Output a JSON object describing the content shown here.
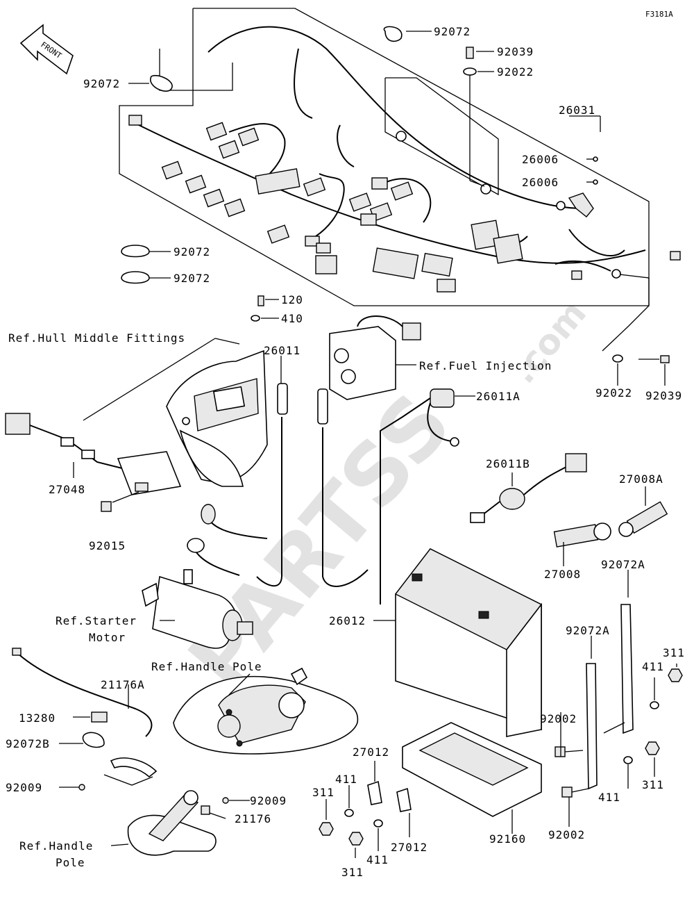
{
  "diagram_code": "F3181A",
  "front_label": "FRONT",
  "watermark": {
    "main": "PARTSS",
    "suffix": ".com"
  },
  "parts": {
    "p92072_top": "92072",
    "p92039_top": "92039",
    "p92022_top": "92022",
    "p92072_left": "92072",
    "p26031": "26031",
    "p26006_a": "26006",
    "p26006_b": "26006",
    "p92072_mid1": "92072",
    "p92072_mid2": "92072",
    "p120": "120",
    "p410": "410",
    "p26011": "26011",
    "p26011A": "26011A",
    "p92022_right": "92022",
    "p92039_right": "92039",
    "p27048": "27048",
    "p92015": "92015",
    "p26011B": "26011B",
    "p27008A": "27008A",
    "p27008": "27008",
    "p92072A_a": "92072A",
    "p92072A_b": "92072A",
    "p26012": "26012",
    "p311_a": "311",
    "p411_a": "411",
    "p92002_a": "92002",
    "p21176A": "21176A",
    "p13280": "13280",
    "p92072B": "92072B",
    "p92009_left": "92009",
    "p27012_a": "27012",
    "p411_b": "411",
    "p311_b": "311",
    "p92009_right": "92009",
    "p21176": "21176",
    "p311_c": "311",
    "p411_c": "411",
    "p27012_b": "27012",
    "p92160": "92160",
    "p411_d": "411",
    "p311_d": "311",
    "p92002_b": "92002"
  },
  "refs": {
    "hull": "Ref.Hull Middle Fittings",
    "fuel": "Ref.Fuel Injection",
    "starter_1": "Ref.Starter",
    "starter_2": "Motor",
    "handle_top": "Ref.Handle Pole",
    "handle_bot_1": "Ref.Handle",
    "handle_bot_2": "Pole"
  }
}
